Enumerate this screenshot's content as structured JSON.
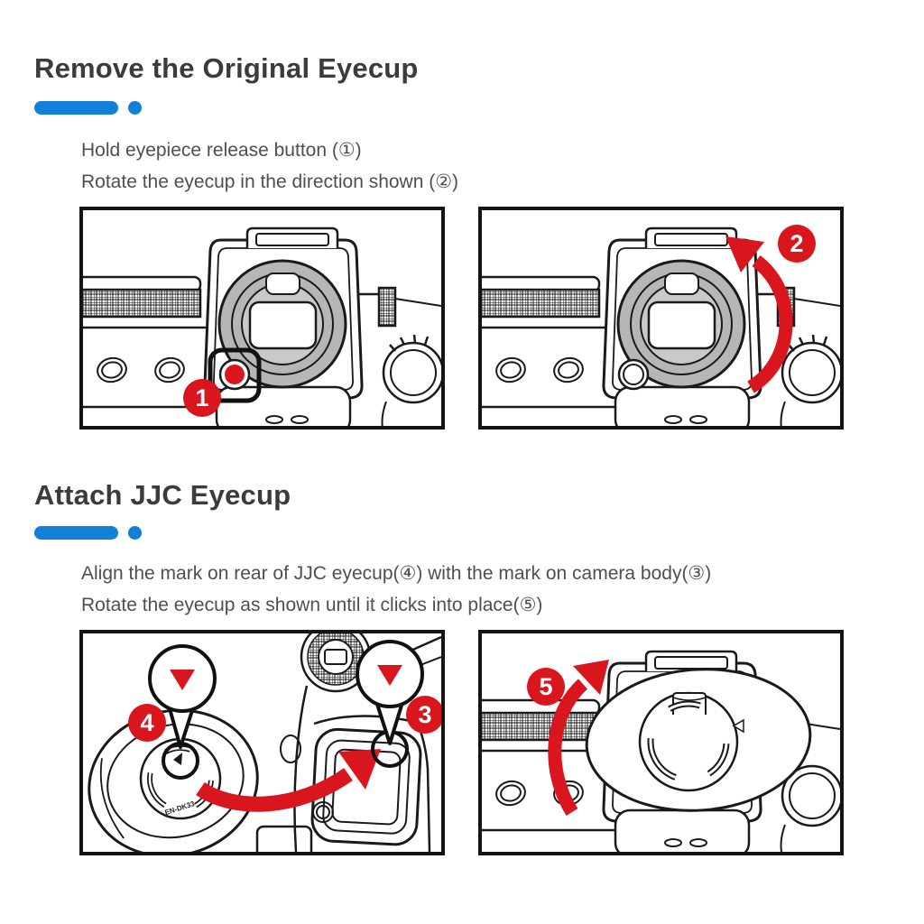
{
  "colors": {
    "accent_blue": "#1280d8",
    "badge_red": "#d9151e",
    "heading_text": "#3b3b3b",
    "body_text": "#4f4f4f",
    "line_art": "#1a1a1a",
    "eyepiece_ring_gray": "#b6b6b6"
  },
  "sections": {
    "remove": {
      "title": "Remove the Original Eyecup",
      "lines": [
        "Hold eyepiece release button (①)",
        "Rotate the eyecup in the direction shown (②)"
      ]
    },
    "attach": {
      "title": "Attach JJC Eyecup",
      "lines": [
        "Align the mark on rear of JJC eyecup(④) with the mark on camera body(③)",
        "Rotate the eyecup as shown until it clicks into place(⑤)"
      ]
    }
  },
  "figures": {
    "step1": {
      "badge": "1"
    },
    "step2": {
      "badge": "2"
    },
    "step34": {
      "badge_eyecup": "4",
      "badge_body": "3",
      "eyecup_model": "EN-DK33"
    },
    "step5": {
      "badge": "5"
    }
  }
}
